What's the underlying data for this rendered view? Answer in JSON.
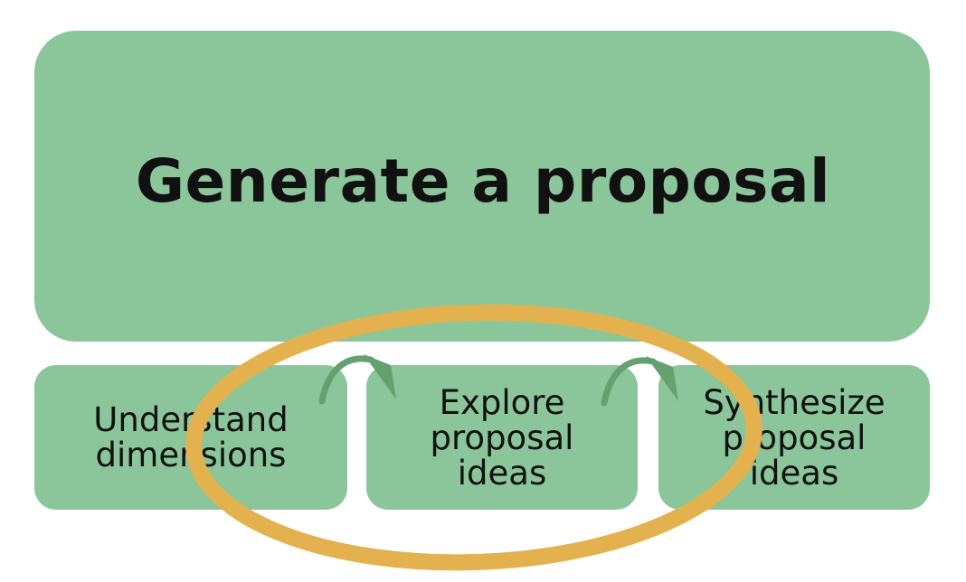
{
  "title": "Generate a proposal",
  "steps": [
    {
      "label": "Understand\ndimensions"
    },
    {
      "label": "Explore\nproposal\nideas"
    },
    {
      "label": "Synthesize\nproposal\nideas"
    }
  ],
  "colors": {
    "box_fill": "#8ac699",
    "arrow": "#65a06f",
    "highlight_ellipse": "#e3b24e",
    "text": "#111111"
  }
}
